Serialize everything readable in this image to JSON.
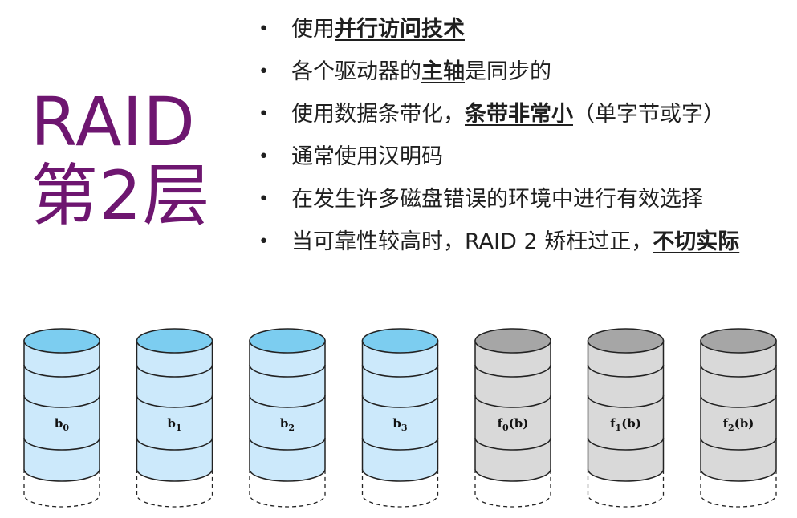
{
  "title": {
    "line1": "RAID",
    "line2": "第2层"
  },
  "bullets": [
    {
      "segments": [
        {
          "text": "使用",
          "em": false
        },
        {
          "text": "并行访问技术",
          "em": true
        }
      ]
    },
    {
      "segments": [
        {
          "text": "各个驱动器的",
          "em": false
        },
        {
          "text": "主轴",
          "em": true
        },
        {
          "text": "是同步的",
          "em": false
        }
      ]
    },
    {
      "segments": [
        {
          "text": "使用数据条带化，",
          "em": false
        },
        {
          "text": "条带非常小",
          "em": true
        },
        {
          "text": "（单字节或字）",
          "em": false
        }
      ]
    },
    {
      "segments": [
        {
          "text": "通常使用汉明码",
          "em": false
        }
      ]
    },
    {
      "segments": [
        {
          "text": "在发生许多磁盘错误的环境中进行有效选择",
          "em": false
        }
      ]
    },
    {
      "segments": [
        {
          "text": "当可靠性较高时，RAID 2 矫枉过正，",
          "em": false
        },
        {
          "text": "不切实际",
          "em": true
        }
      ]
    }
  ],
  "bullet_glyph": "•",
  "disks": [
    {
      "type": "data",
      "label": "b",
      "sub": "0",
      "suffix": ""
    },
    {
      "type": "data",
      "label": "b",
      "sub": "1",
      "suffix": ""
    },
    {
      "type": "data",
      "label": "b",
      "sub": "2",
      "suffix": ""
    },
    {
      "type": "data",
      "label": "b",
      "sub": "3",
      "suffix": ""
    },
    {
      "type": "check",
      "label": "f",
      "sub": "0",
      "suffix": "(b)"
    },
    {
      "type": "check",
      "label": "f",
      "sub": "1",
      "suffix": "(b)"
    },
    {
      "type": "check",
      "label": "f",
      "sub": "2",
      "suffix": "(b)"
    }
  ],
  "colors": {
    "title": "#6e1670",
    "data_body": "#cce9fb",
    "data_top": "#7ccdf0",
    "check_body": "#d9d9d9",
    "check_top": "#a6a6a6",
    "stroke": "#222222"
  }
}
